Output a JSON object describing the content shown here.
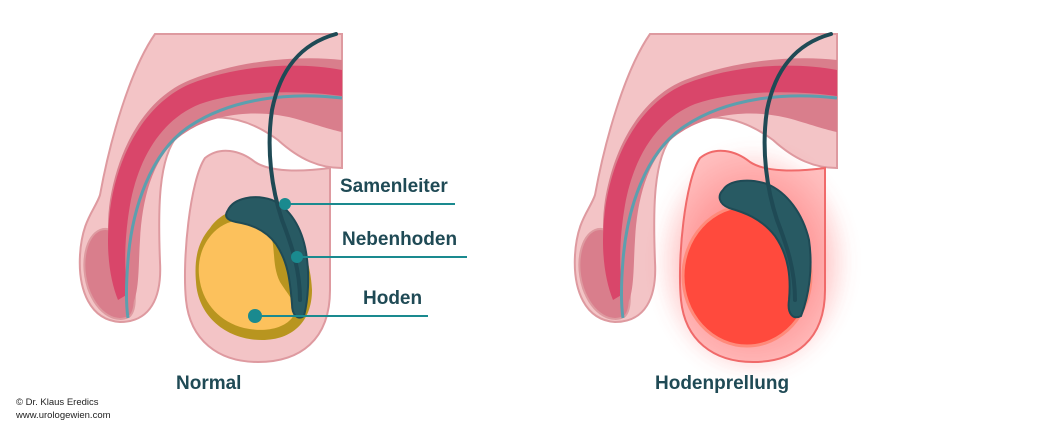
{
  "labels": {
    "vas_deferens": "Samenleiter",
    "epididymis": "Nebenhoden",
    "testis": "Hoden"
  },
  "captions": {
    "left": "Normal",
    "right": "Hodenprellung"
  },
  "credit": {
    "author": "© Dr. Klaus Eredics",
    "website": "www.urologewien.com"
  },
  "colors": {
    "skin": "#f3c4c6",
    "skin_outline": "#de9aa0",
    "shaft_inner": "#d97e8c",
    "spongy_body": "#d9466a",
    "urethra_line": "#5c9fae",
    "duct": "#1f4a55",
    "epididymis_fill": "#285a63",
    "testis_normal": "#fcc15c",
    "testis_rim": "#b8951f",
    "testis_bruised": "#ff4a3d",
    "bruise_glow": "#ff3030",
    "callout": "#1a8a8f",
    "text": "#1f4a55"
  }
}
